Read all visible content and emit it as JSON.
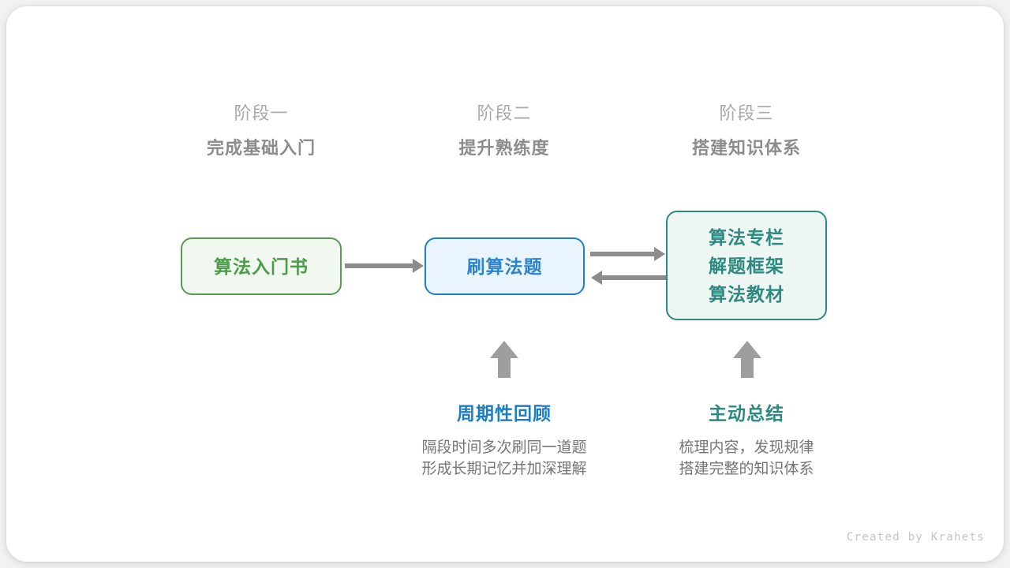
{
  "stages": [
    {
      "eyebrow": "阶段一",
      "title": "完成基础入门"
    },
    {
      "eyebrow": "阶段二",
      "title": "提升熟练度"
    },
    {
      "eyebrow": "阶段三",
      "title": "搭建知识体系"
    }
  ],
  "nodes": {
    "book": {
      "label": "算法入门书",
      "color": "#4e9a4a",
      "border": "#5a9a56",
      "fill": "#f1f8f0"
    },
    "practice": {
      "label": "刷算法题",
      "color": "#2b84cc",
      "border": "#1e80c8",
      "fill": "#eaf4fc"
    },
    "resources": {
      "lines": [
        "算法专栏",
        "解题框架",
        "算法教材"
      ],
      "color": "#2e8a80",
      "border": "#2e8a80",
      "fill": "#eef6f4"
    }
  },
  "annotations": [
    {
      "title": "周期性回顾",
      "color": "#1b7ec4",
      "desc": [
        "隔段时间多次刷同一道题",
        "形成长期记忆并加深理解"
      ]
    },
    {
      "title": "主动总结",
      "color": "#2e8a80",
      "desc": [
        "梳理内容，发现规律",
        "搭建完整的知识体系"
      ]
    }
  ],
  "credit": "Created by Krahets"
}
